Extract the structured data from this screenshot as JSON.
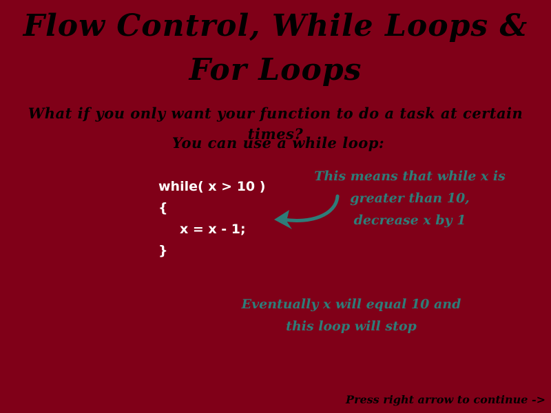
{
  "slide": {
    "title_line1": "Flow Control, While Loops &",
    "title_line2": "For Loops",
    "question": "What if you only want your function to do a task at certain times?",
    "subquestion": "You can use a while loop:",
    "code": {
      "line1": "while( x > 10 )",
      "line2": "{",
      "line3": "x = x - 1;",
      "line4": "}"
    },
    "annotation": {
      "line1": "This means that while x is",
      "line2": "greater than 10,",
      "line3": "decrease x by 1"
    },
    "conclusion": {
      "line1": "Eventually x will equal 10 and",
      "line2": "this loop will stop"
    },
    "footer": "Press right arrow to continue ->"
  },
  "colors": {
    "background": "#800018",
    "title_text": "#000000",
    "code_text": "#ffffff",
    "annotation_text": "#2e7d79"
  },
  "icons": {
    "arrow": "curved-arrow-icon"
  }
}
